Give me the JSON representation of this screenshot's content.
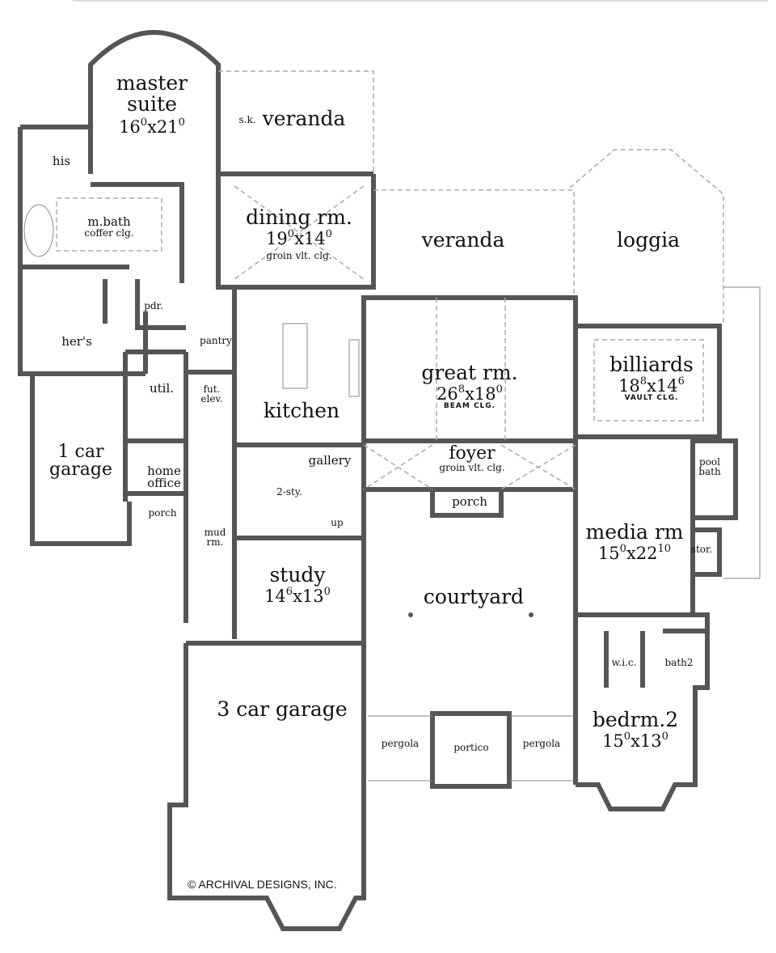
{
  "rooms": {
    "master_suite": {
      "name": "master suite",
      "a": "16",
      "a_sup": "0",
      "b": "21",
      "b_sup": "0"
    },
    "his": {
      "name": "his"
    },
    "m_bath": {
      "name": "m.bath",
      "note": "coffer clg."
    },
    "pdr": {
      "name": "pdr."
    },
    "hers": {
      "name": "her's"
    },
    "pantry": {
      "name": "pantry"
    },
    "util": {
      "name": "util."
    },
    "fut_elev": {
      "name": "fut. elev."
    },
    "one_car_garage": {
      "name1": "1 car",
      "name2": "garage"
    },
    "home_office": {
      "name1": "home",
      "name2": "office"
    },
    "porch_side": {
      "name": "porch"
    },
    "mud_rm": {
      "name1": "mud",
      "name2": "rm."
    },
    "veranda_top": {
      "name": "veranda",
      "sk": "s.k."
    },
    "dining": {
      "name": "dining rm.",
      "a": "19",
      "a_sup": "0",
      "b": "14",
      "b_sup": "0",
      "note": "groin vlt. clg."
    },
    "kitchen": {
      "name": "kitchen"
    },
    "gallery": {
      "name": "gallery"
    },
    "two_story": {
      "name": "2-sty.",
      "up": "up"
    },
    "study": {
      "name": "study",
      "a": "14",
      "a_sup": "6",
      "b": "13",
      "b_sup": "0"
    },
    "veranda_mid": {
      "name": "veranda"
    },
    "loggia": {
      "name": "loggia"
    },
    "great_rm": {
      "name": "great rm.",
      "a": "26",
      "a_sup": "8",
      "b": "18",
      "b_sup": "0",
      "note": "BEAM CLG."
    },
    "billiards": {
      "name": "billiards",
      "a": "18",
      "a_sup": "8",
      "b": "14",
      "b_sup": "6",
      "note": "VAULT CLG."
    },
    "foyer": {
      "name": "foyer",
      "note": "groin vlt. clg."
    },
    "porch_front": {
      "name": "porch"
    },
    "pool_bath": {
      "name1": "pool",
      "name2": "bath"
    },
    "media_rm": {
      "name": "media rm",
      "a": "15",
      "a_sup": "0",
      "b": "22",
      "b_sup": "10"
    },
    "stor": {
      "name": "stor."
    },
    "courtyard": {
      "name": "courtyard"
    },
    "wic": {
      "name": "w.i.c."
    },
    "bath2": {
      "name": "bath2"
    },
    "bedrm2": {
      "name": "bedrm.2",
      "a": "15",
      "a_sup": "0",
      "b": "13",
      "b_sup": "0"
    },
    "three_car_garage": {
      "name": "3 car garage"
    },
    "pergola_left": {
      "name": "pergola"
    },
    "portico": {
      "name": "portico"
    },
    "pergola_right": {
      "name": "pergola"
    }
  },
  "copyright": "© ARCHIVAL DESIGNS, INC.",
  "colors": {
    "wall": "#555555",
    "dashed": "#aaaaaa"
  }
}
